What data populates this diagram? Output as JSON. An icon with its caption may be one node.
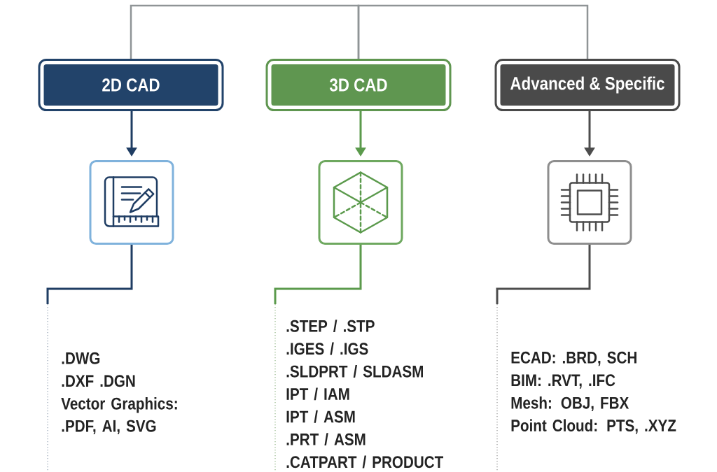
{
  "diagram": {
    "nodes": [
      {
        "text": [
          "2D CAD"
        ]
      },
      {
        "text": [
          "3D CAD"
        ]
      },
      {
        "text": [
          "Advanced & Specific"
        ]
      },
      {
        "text": [],
        "shape": "box"
      },
      {
        "text": [],
        "shape": "box"
      },
      {
        "text": [],
        "shape": "box"
      },
      {
        "text": [
          ".DWG",
          ".DXF .DGN",
          "Vector Graphics: .PDF, AI, SVG"
        ]
      },
      {
        "text": [
          ".STEP / .STP",
          ".IGES / .IGS",
          ".SLDPRT / SLDASM",
          "IPT / IAM",
          "IPT / ASM",
          ".PRT / ASM",
          ".CATPART / PRODUCT"
        ]
      },
      {
        "text": [
          "ECAD: .BRD, SCH",
          "BIM: .RVT, .IFC",
          "Mesh: OBJ, FBX",
          "Point Cloud: PTS, .XYZ"
        ]
      }
    ],
    "edges": [
      {
        "from": 1,
        "to": 0,
        "arrow": "none",
        "color": "#8f9496"
      },
      {
        "from": 1,
        "to": 2,
        "arrow": "none",
        "color": "#8f9496"
      },
      {
        "from": 0,
        "to": 3,
        "arrow": "to",
        "color": "#1f3d63"
      },
      {
        "from": 1,
        "to": 4,
        "arrow": "to",
        "color": "#5b9a4c"
      },
      {
        "from": 2,
        "to": 5,
        "arrow": "to",
        "color": "#4d4d4d"
      },
      {
        "from": 3,
        "to": 6,
        "arrow": "none",
        "color": "#1f3d63"
      },
      {
        "from": 4,
        "to": 7,
        "arrow": "none",
        "color": "#5b9a4c"
      },
      {
        "from": 5,
        "to": 8,
        "arrow": "none",
        "color": "#4d4d4d"
      }
    ]
  }
}
